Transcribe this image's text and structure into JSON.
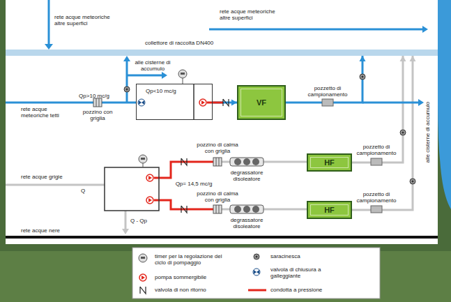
{
  "diagram": {
    "nodes": [
      {
        "text": [
          "collettore di raccolta DN400"
        ]
      },
      {
        "text": [
          "Qp<10 mc/g"
        ]
      },
      {
        "text": [
          "VF"
        ]
      },
      {
        "text": [
          "HF"
        ]
      },
      {
        "text": [
          "HF"
        ]
      }
    ],
    "edges": [
      {
        "from": 1,
        "to": 2,
        "arrow": "to"
      },
      {
        "from": 2,
        "to": 0,
        "arrow": "to"
      },
      {
        "from": 3,
        "to": 0,
        "arrow": "to"
      },
      {
        "from": 4,
        "to": 0,
        "arrow": "to"
      }
    ],
    "labels": [
      "rete acque meteoriche altre superfici",
      "rete acque meteoriche altre superfici",
      "alle cisterne di accumulo",
      "Qp>10 mc/g",
      "rete acque meteoriche tetti",
      "pozzino con griglia",
      "pozzetto di campionamento",
      "alle cisterne di accumulo",
      "pozzino di calma con griglia",
      "pozzetto di campionamento",
      "rete acque grigie",
      "Q",
      "Qp= 14,5 mc/g",
      "degrassatore disoleatore",
      "pozzino di calma con griglia",
      "pozzetto di campionamento",
      "degrassatore disoleatore",
      "Q - Qp",
      "rete acque nere"
    ],
    "legend": [
      {
        "text": "timer per la regolazione del ciclo di pompaggio"
      },
      {
        "text": "pompa sommergibile"
      },
      {
        "text": "valvola di non ritorno"
      },
      {
        "text": "saracinesca"
      },
      {
        "text": "valvola di chiusura a galleggiante"
      },
      {
        "text": "condotta a pressione"
      }
    ]
  }
}
